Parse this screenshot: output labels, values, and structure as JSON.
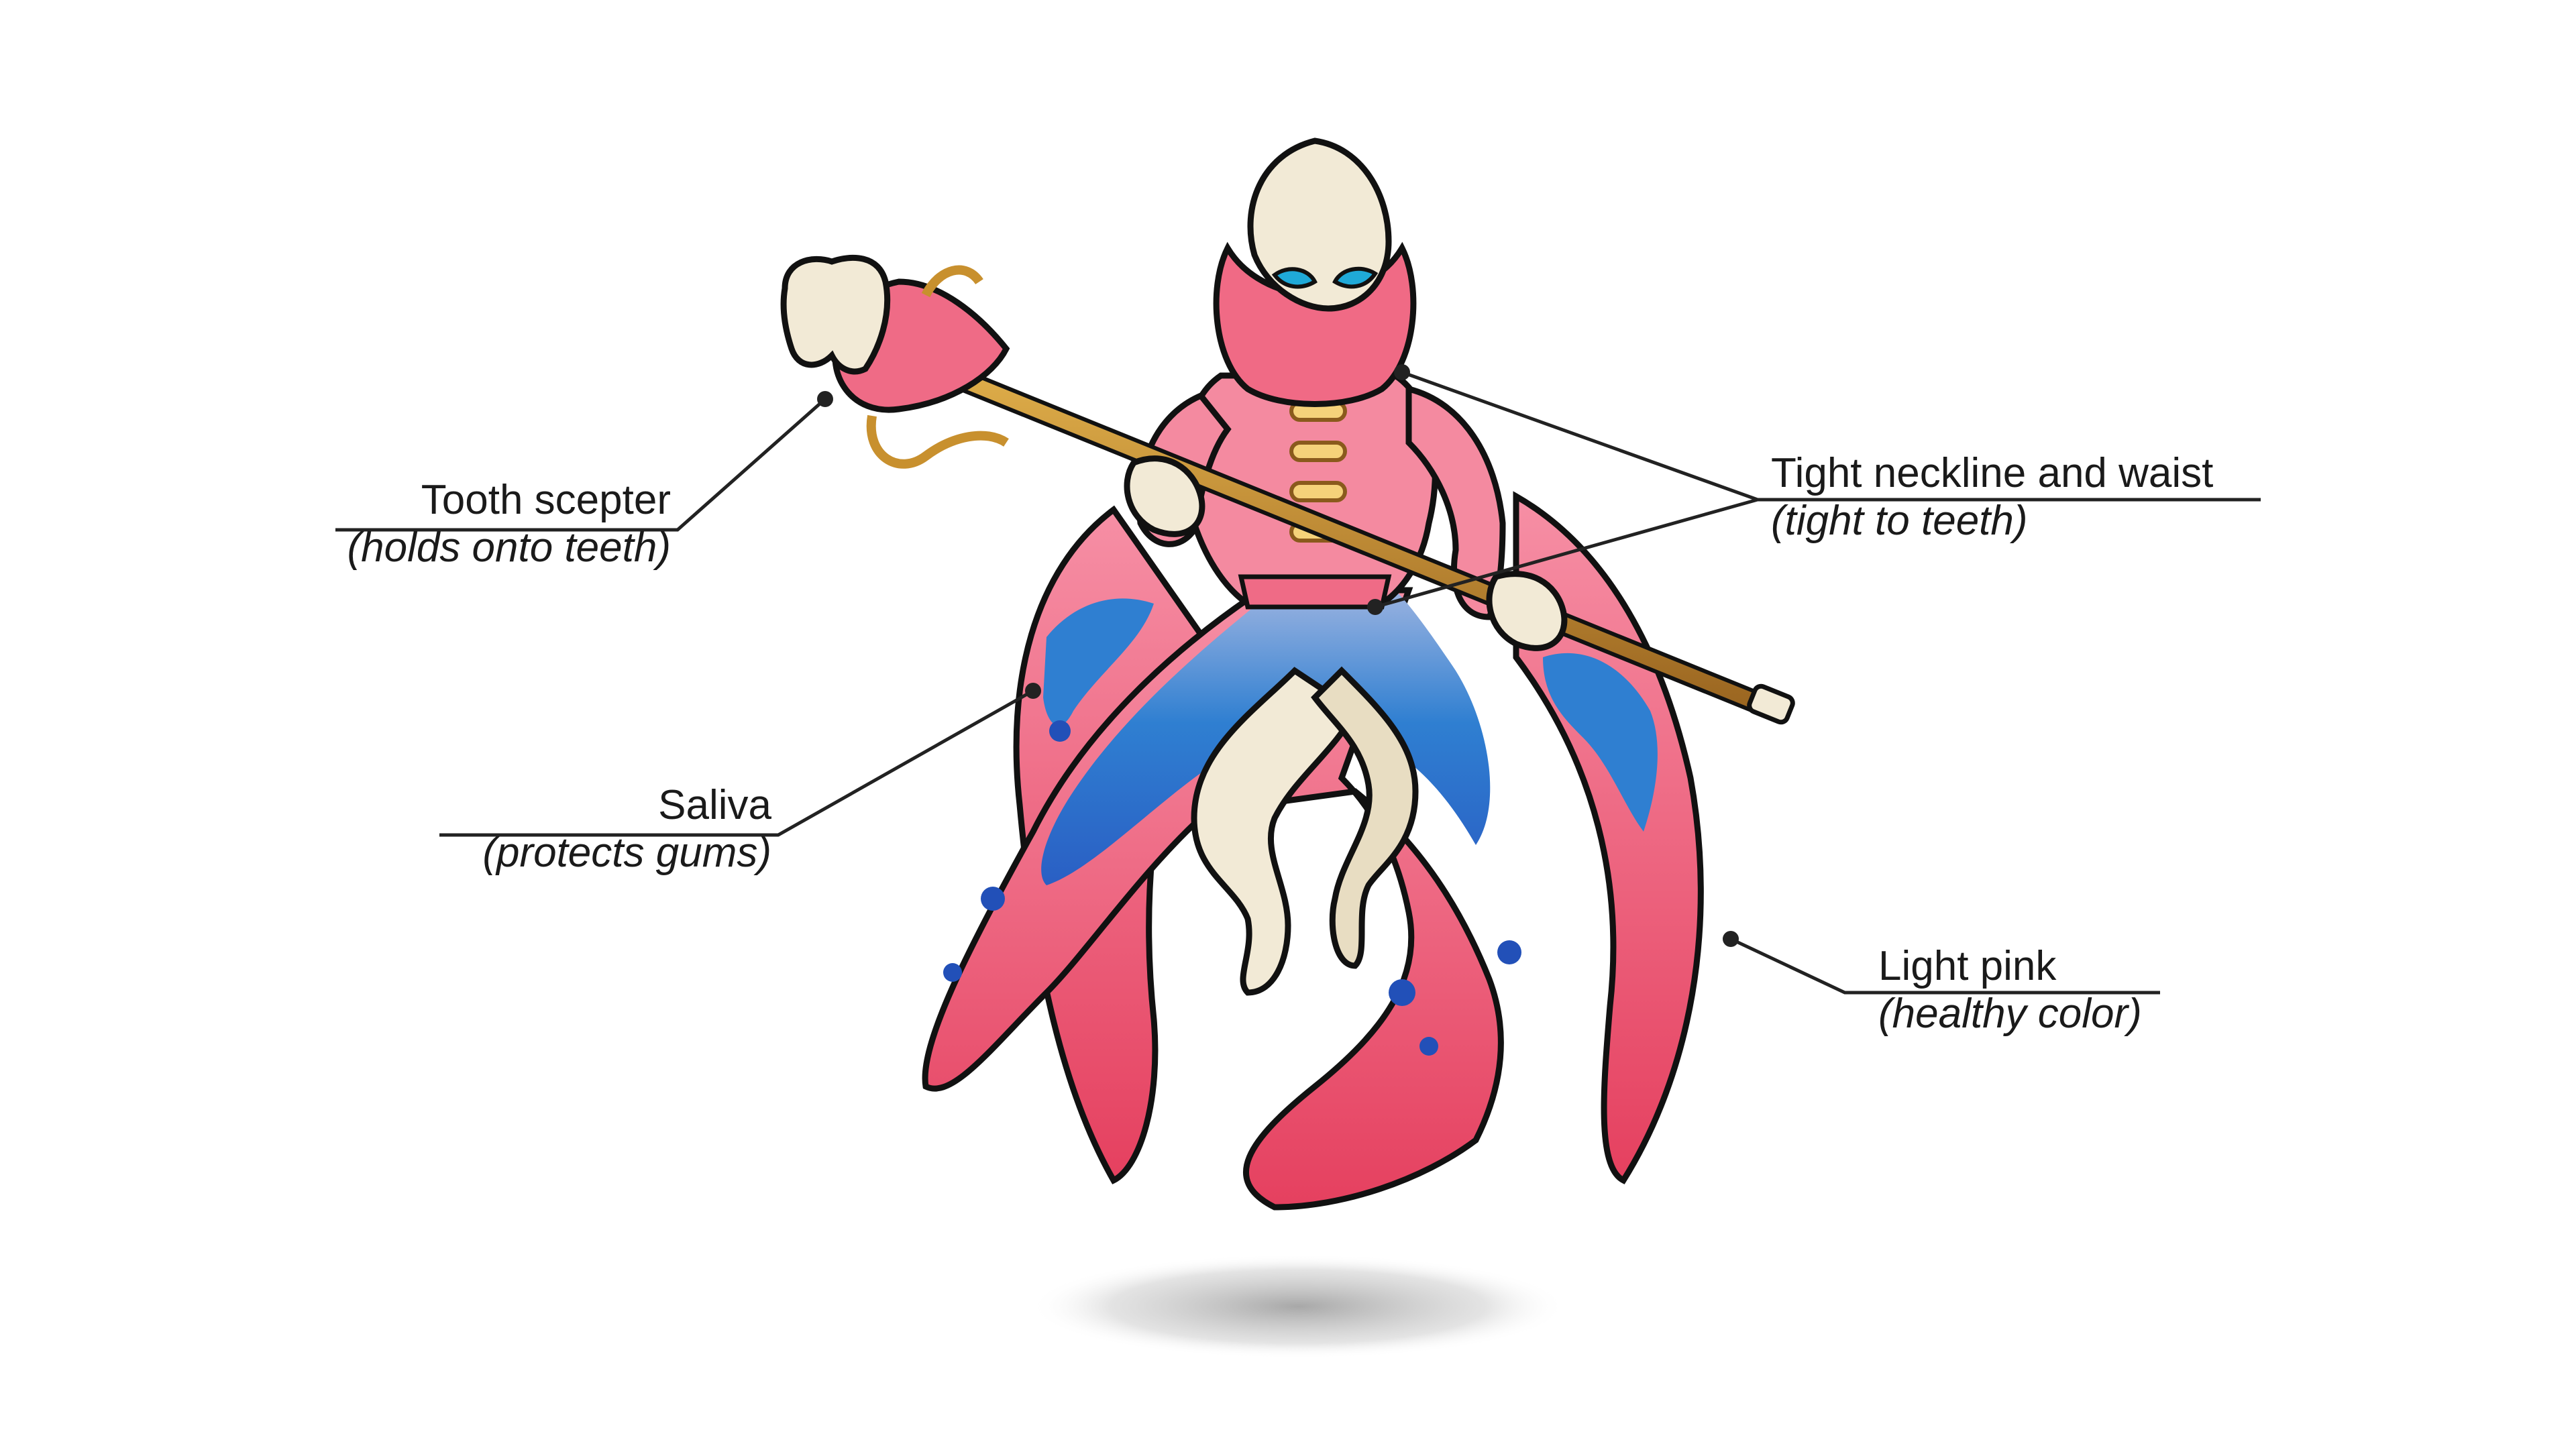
{
  "annotations": [
    {
      "id": "tooth-scepter",
      "title": "Tooth scepter",
      "subtitle": "(holds onto teeth)"
    },
    {
      "id": "saliva",
      "title": "Saliva",
      "subtitle": "(protects gums)"
    },
    {
      "id": "neckline",
      "title": "Tight neckline and waist",
      "subtitle": "(tight to teeth)"
    },
    {
      "id": "light-pink",
      "title": "Light pink",
      "subtitle": "(healthy color)"
    }
  ],
  "colors": {
    "robe_pink": "#ef6b86",
    "robe_light_pink": "#f7a1b3",
    "robe_deep_pink": "#e2425f",
    "saliva_blue": "#2f7fd1",
    "saliva_dark_blue": "#2250b8",
    "tooth_ivory": "#f2ead6",
    "tooth_shadow": "#d9ccac",
    "staff_gold": "#c8902e",
    "staff_brown": "#8a5a1c",
    "eye_blue": "#1fa9d8",
    "leader_line": "#222222",
    "ground_shadow": "#bdbdbd"
  }
}
